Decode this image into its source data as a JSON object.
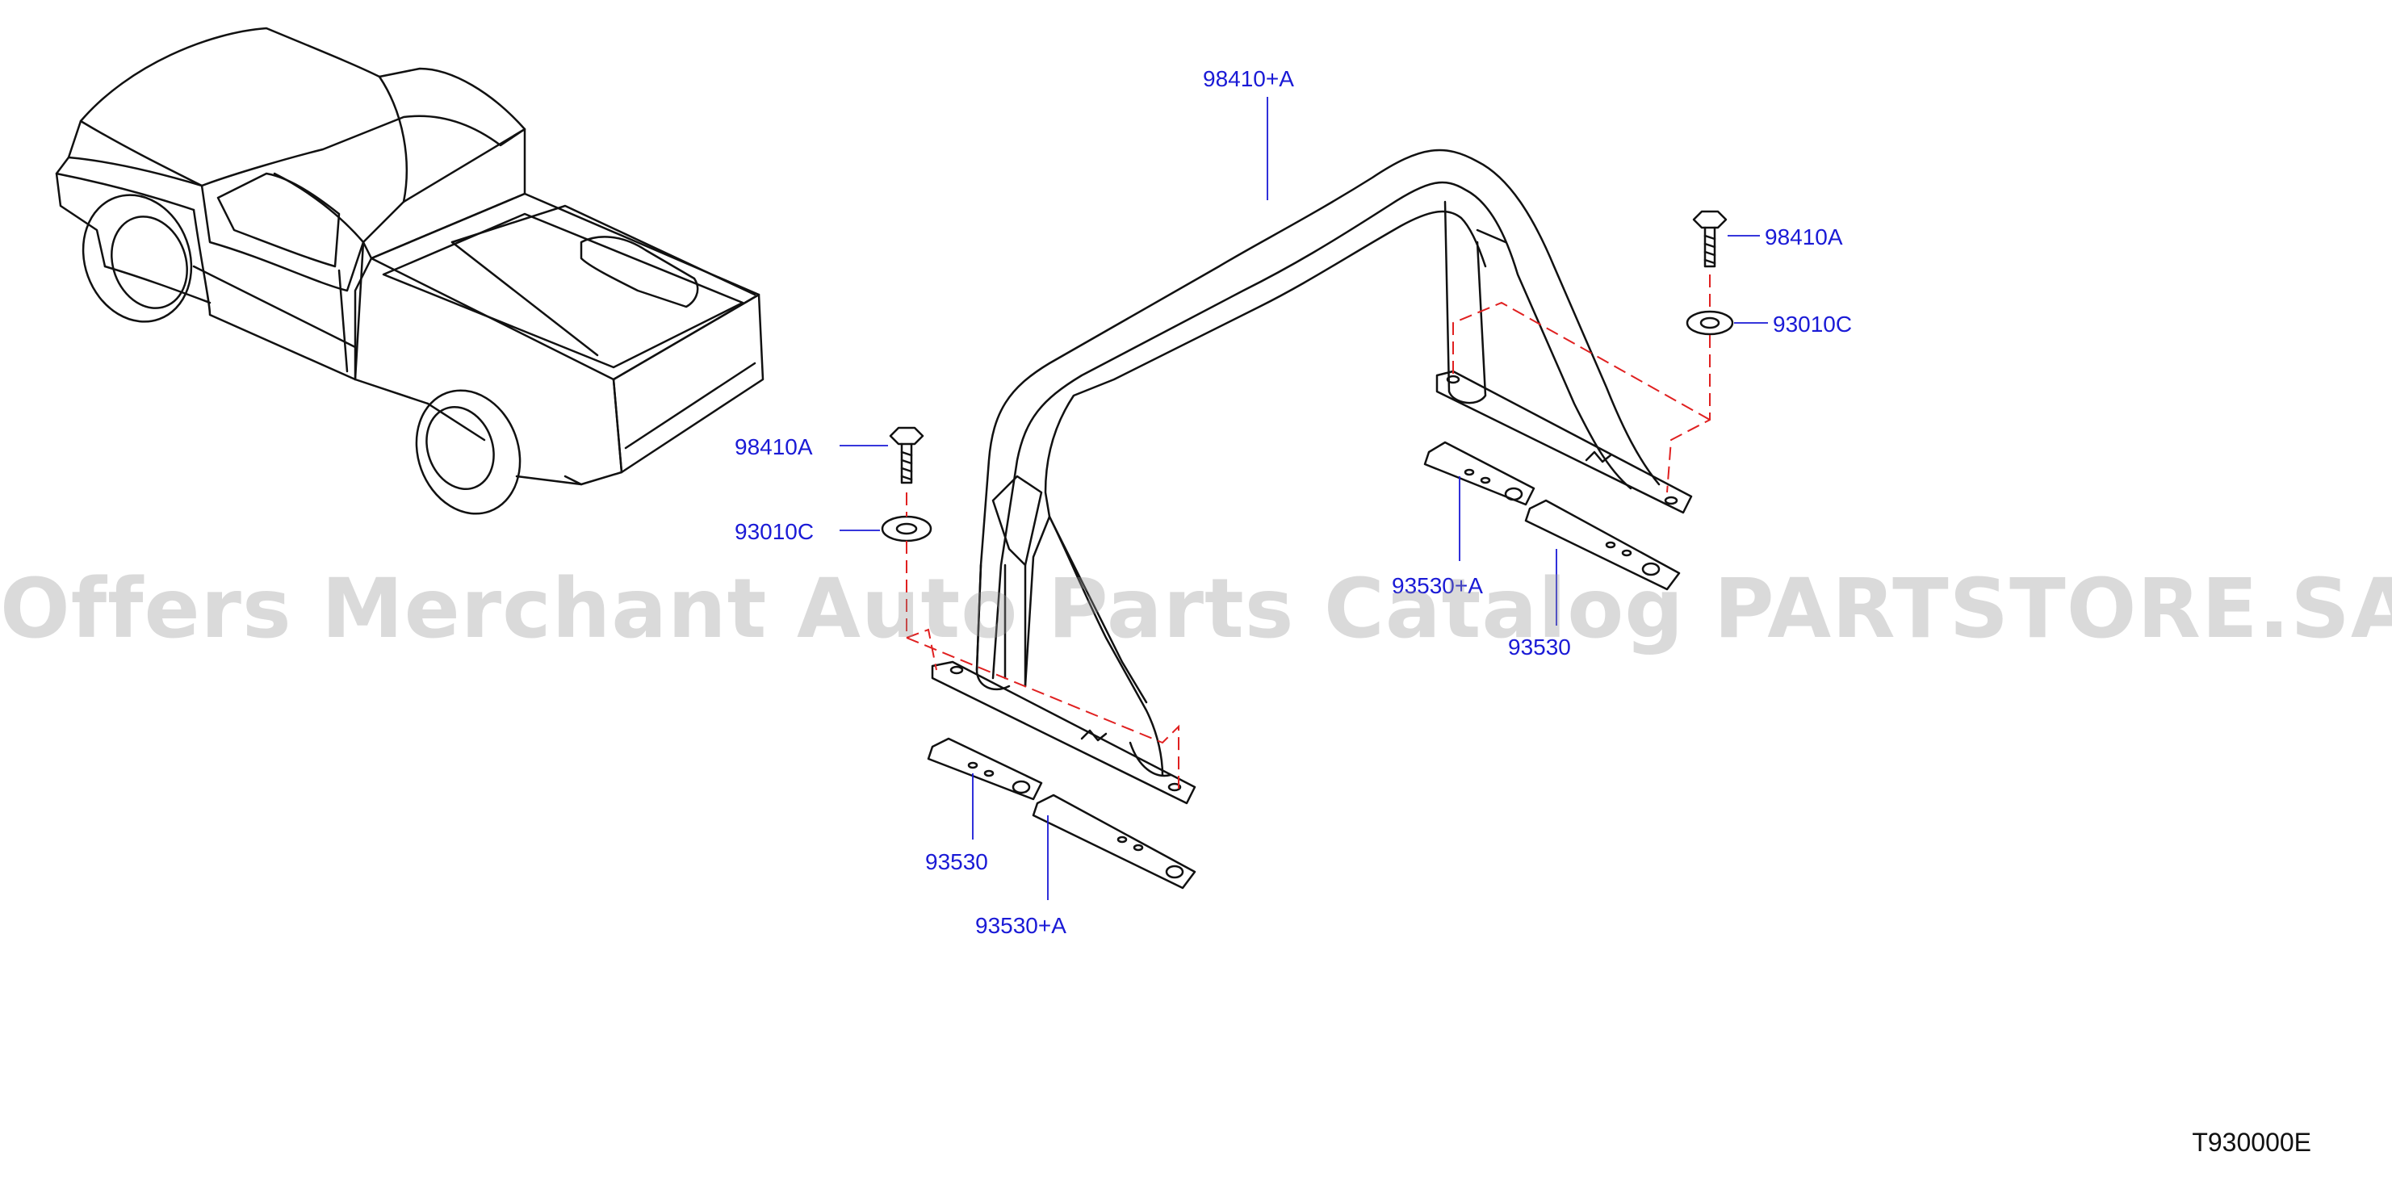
{
  "labels": {
    "roll_bar": "98410+A",
    "bolt_right": "98410A",
    "washer_right": "93010C",
    "bolt_left": "98410A",
    "washer_left": "93010C",
    "plate_right_upper": "93530+A",
    "plate_right_lower": "93530",
    "plate_left_upper": "93530",
    "plate_left_lower": "93530+A"
  },
  "diagram_code": "T930000E",
  "watermark": "Offers Merchant Auto Parts Catalog PARTSTORE.SA",
  "colors": {
    "label": "#1a1ad6",
    "leader": "#1a1ad6",
    "phantom": "#e02020",
    "line": "#111111",
    "watermark": "#969696"
  }
}
